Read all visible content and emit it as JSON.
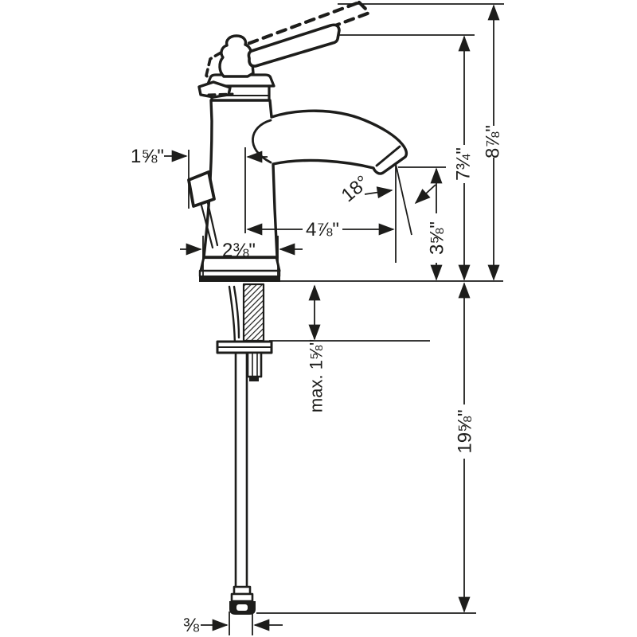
{
  "drawing": {
    "kind": "faucet-dimension-diagram"
  },
  "dims": {
    "lever_projection": "1⅝\"",
    "base_width": "2⅜\"",
    "spout_reach": "4⅞\"",
    "spray_angle": "18°",
    "spout_height": "3⅝\"",
    "handle_height": "7¾\"",
    "overall_height": "8⅞\"",
    "max_mounting_thickness": "max. 1⅝\"",
    "supply_length": "19⅝\"",
    "connection_size": "⅜"
  },
  "colors": {
    "line": "#1d1d1b",
    "background": "#ffffff"
  }
}
